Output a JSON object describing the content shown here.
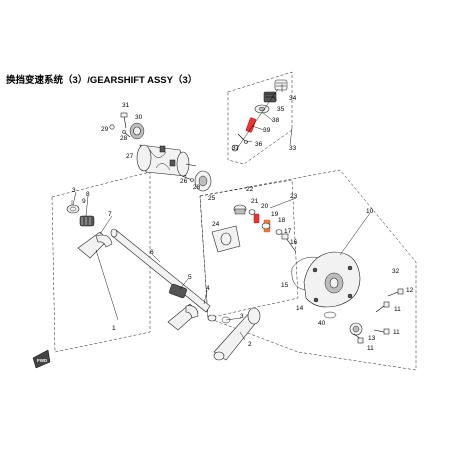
{
  "title": "换挡变速系统（3）/GEARSHIFT ASSY（3）",
  "colors": {
    "spring": "#e33333",
    "accent": "#ff7b2e",
    "line": "#000000"
  },
  "callouts": {
    "c1": "1",
    "c2": "2",
    "c3a": "3",
    "c3b": "3",
    "c4": "4",
    "c5": "5",
    "c6": "6",
    "c7": "7",
    "c8": "8",
    "c9": "9",
    "c10": "10",
    "c11a": "11",
    "c11b": "11",
    "c11c": "11",
    "c12": "12",
    "c13": "13",
    "c14": "14",
    "c15": "15",
    "c16": "16",
    "c17": "17",
    "c18": "18",
    "c19": "19",
    "c20": "20",
    "c21": "21",
    "c22": "22",
    "c23": "23",
    "c24": "24",
    "c25": "25",
    "c26": "26",
    "c27": "27",
    "c28a": "28",
    "c28b": "28",
    "c29": "29",
    "c30": "30",
    "c31": "31",
    "c32": "32",
    "c33": "33",
    "c34": "34",
    "c35": "35",
    "c36": "36",
    "c37": "37",
    "c38": "38",
    "c39": "39",
    "c40": "40"
  },
  "direction_badge": "FWD"
}
